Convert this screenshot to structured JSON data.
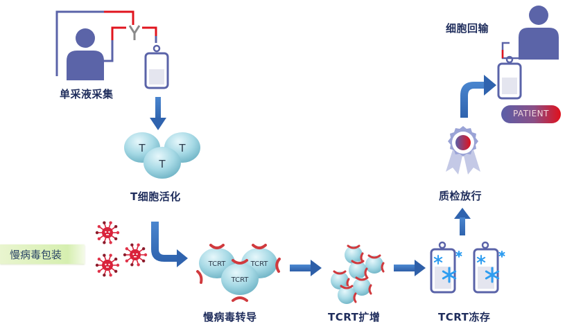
{
  "title": "TCR-T 细胞治疗流程",
  "steps": {
    "apheresis": {
      "label": "单采液采集"
    },
    "t_activation": {
      "label": "T细胞活化",
      "cell_marker": "T"
    },
    "lentivirus_packaging": {
      "label": "慢病毒包装"
    },
    "lentivirus_transduction": {
      "label": "慢病毒转导",
      "cell_marker": "TCRT"
    },
    "tcrt_expansion": {
      "label": "TCRT扩增"
    },
    "tcrt_cryopreservation": {
      "label": "TCRT冻存"
    },
    "qc_release": {
      "label": "质检放行"
    },
    "cell_infusion": {
      "label": "细胞回输",
      "badge": "PATIENT"
    }
  },
  "colors": {
    "person": "#5b64a8",
    "tube_blue": "#5a63a8",
    "tube_red": "#e0141e",
    "arrow": "#3b73c0",
    "cell": "#a9dbe6",
    "receptor": "#d03a3e",
    "virus": "#d9223b",
    "label_text": "#1f2d5c",
    "snowflake": "#2e9df0"
  }
}
